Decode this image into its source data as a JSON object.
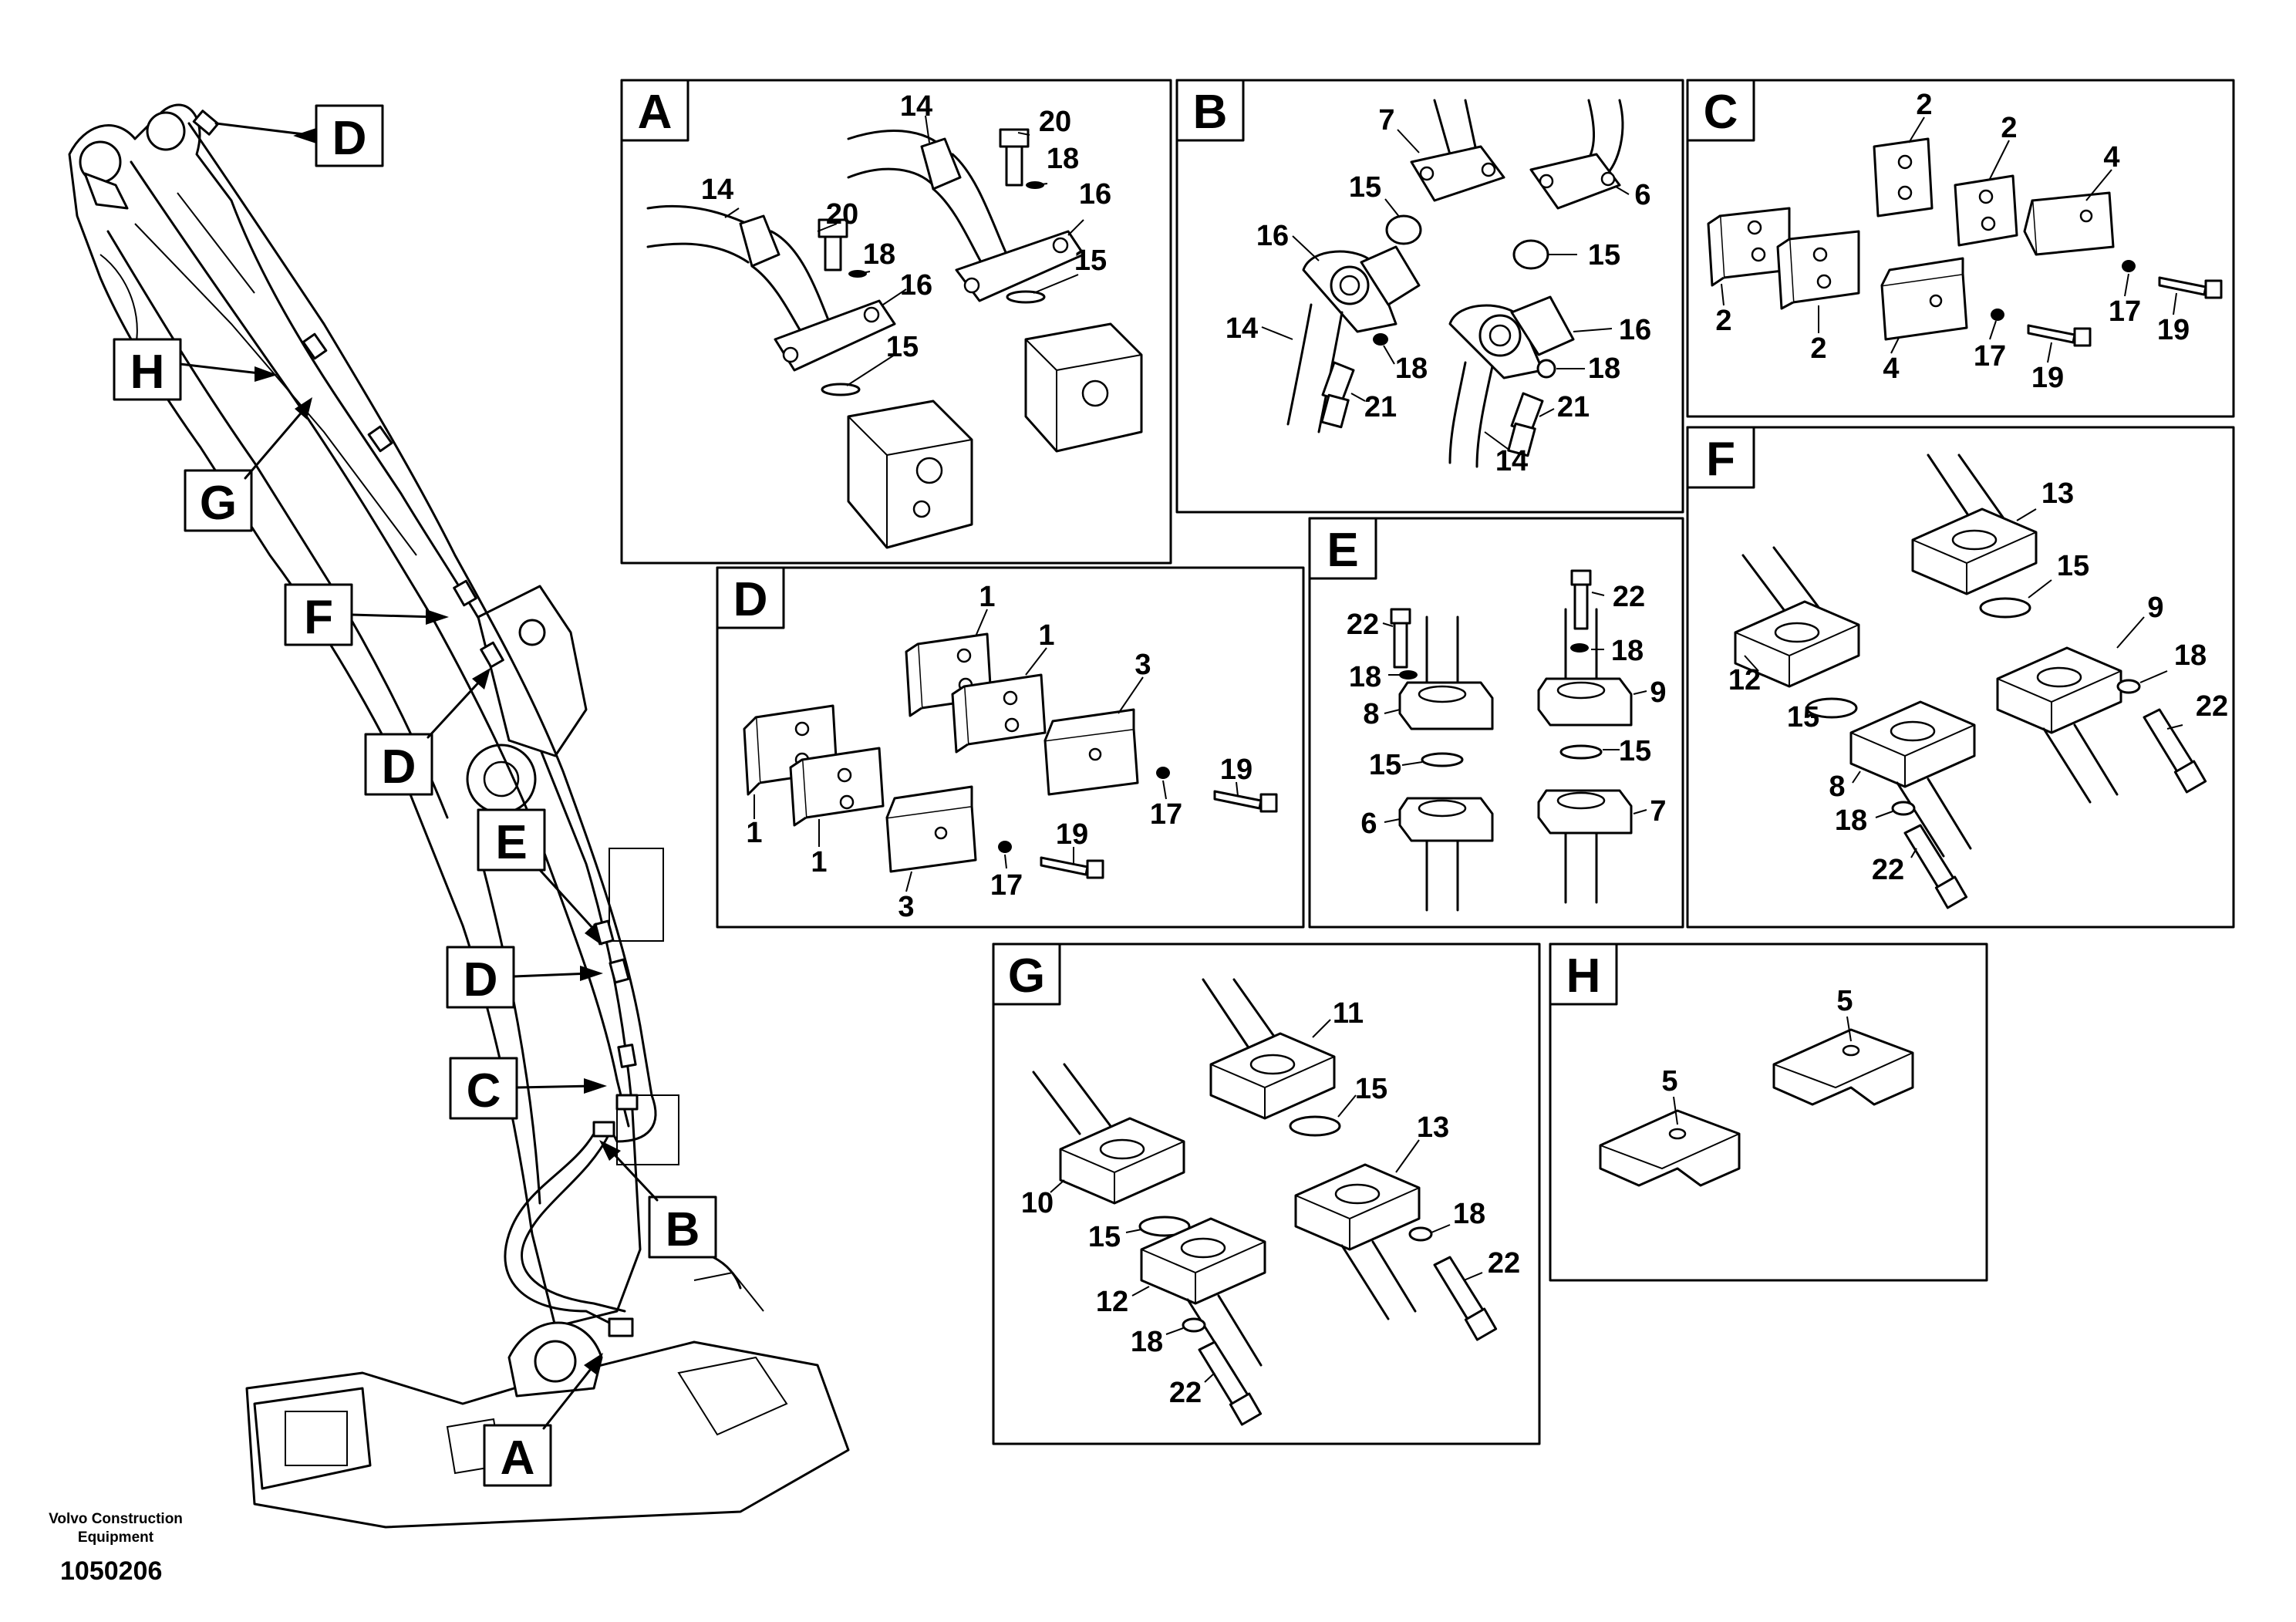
{
  "callouts": [
    "D",
    "H",
    "G",
    "F",
    "D",
    "E",
    "D",
    "C",
    "B",
    "A"
  ],
  "panels": [
    {
      "letter": "A",
      "parts": [
        "14",
        "20",
        "18",
        "16",
        "15",
        "14",
        "20",
        "18",
        "16",
        "15"
      ]
    },
    {
      "letter": "B",
      "parts": [
        "7",
        "6",
        "15",
        "15",
        "16",
        "16",
        "14",
        "18",
        "18",
        "21",
        "21",
        "14"
      ]
    },
    {
      "letter": "C",
      "parts": [
        "2",
        "2",
        "4",
        "2",
        "2",
        "4",
        "17",
        "17",
        "19",
        "19"
      ]
    },
    {
      "letter": "D",
      "parts": [
        "1",
        "1",
        "3",
        "1",
        "1",
        "3",
        "19",
        "17",
        "19",
        "17"
      ]
    },
    {
      "letter": "E",
      "parts": [
        "22",
        "22",
        "18",
        "18",
        "8",
        "9",
        "15",
        "15",
        "6",
        "7"
      ]
    },
    {
      "letter": "F",
      "parts": [
        "13",
        "15",
        "9",
        "12",
        "15",
        "18",
        "22",
        "8",
        "18",
        "22"
      ]
    },
    {
      "letter": "G",
      "parts": [
        "11",
        "15",
        "13",
        "10",
        "15",
        "18",
        "22",
        "12",
        "18",
        "22"
      ]
    },
    {
      "letter": "H",
      "parts": [
        "5",
        "5"
      ]
    }
  ],
  "footer": {
    "company": "Volvo Construction Equipment",
    "drawing_number": "1050206"
  },
  "colors": {
    "ink": "#000000",
    "paper": "#ffffff"
  }
}
